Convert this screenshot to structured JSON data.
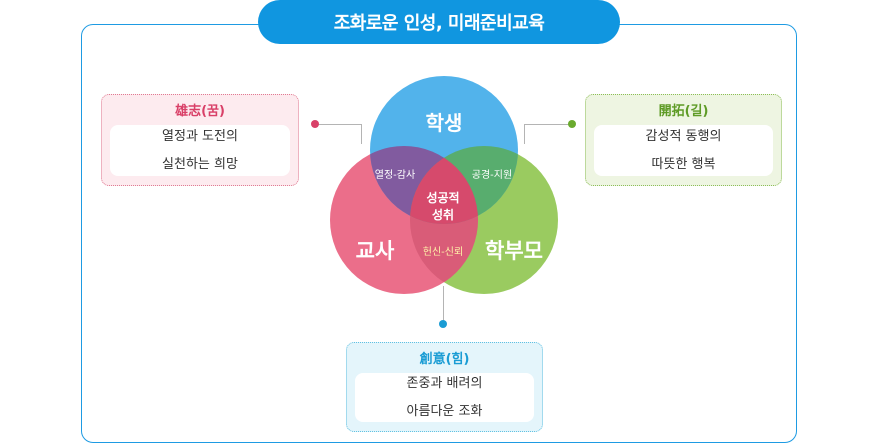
{
  "title": "조화로운 인성, 미래준비교육",
  "circles": {
    "student": "학생",
    "teacher": "교사",
    "parents": "학부모"
  },
  "overlaps": {
    "student_teacher": "열정-감사",
    "student_parents": "공경-지원",
    "teacher_parents": "헌신-신뢰",
    "center_line1": "성공적",
    "center_line2": "성취"
  },
  "boxes": {
    "dream": {
      "heading": "雄志(꿈)",
      "line1": "열정과 도전의",
      "line2": "실천하는 희망"
    },
    "path": {
      "heading": "開拓(길)",
      "line1": "감성적 동행의",
      "line2": "따뜻한 행복"
    },
    "power": {
      "heading": "創意(힘)",
      "line1": "존중과 배려의",
      "line2": "아름다운 조화"
    }
  },
  "colors": {
    "frame": "#1e9be3",
    "student": "#3aa9e8",
    "teacher": "#e85a7a",
    "parents": "#8cc44a",
    "center": "#d64a6c"
  }
}
